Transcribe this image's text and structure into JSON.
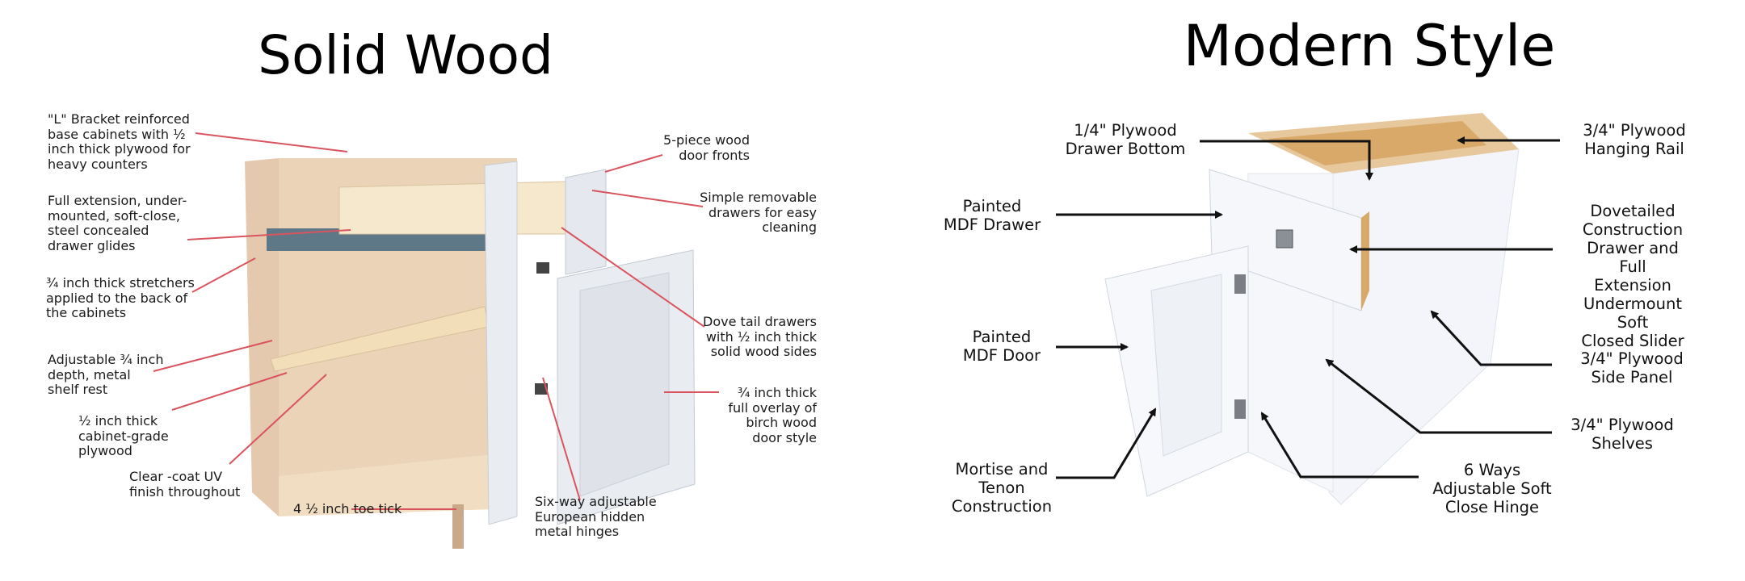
{
  "titles": {
    "left": "Solid Wood",
    "right": "Modern Style"
  },
  "solid_wood_labels": {
    "l_bracket": "\"L\" Bracket reinforced\nbase cabinets with ½\ninch thick plywood for\nheavy counters",
    "full_extension": "Full extension, under-\nmounted, soft-close,\nsteel concealed\ndrawer glides",
    "stretchers": "¾ inch thick stretchers\napplied to the back of\nthe cabinets",
    "adjustable": "Adjustable ¾ inch\ndepth, metal\nshelf rest",
    "half_inch": "½ inch thick\ncabinet-grade\nplywood",
    "clear_coat": "Clear -coat UV\nfinish throughout",
    "toe_tick": "4 ½ inch toe tick",
    "five_piece": "5-piece wood\ndoor fronts",
    "removable": "Simple removable\ndrawers for easy\ncleaning",
    "dove_tail": "Dove tail drawers\nwith ½ inch thick\nsolid wood sides",
    "overlay": "¾ inch thick\nfull overlay of\nbirch wood\ndoor style",
    "hinges": "Six-way adjustable\nEuropean hidden\nmetal hinges"
  },
  "modern_style_labels": {
    "drawer_bottom": "1/4\" Plywood\nDrawer Bottom",
    "mdf_drawer": "Painted\nMDF Drawer",
    "mdf_door": "Painted\nMDF Door",
    "mortise": "Mortise and\nTenon\nConstruction",
    "hanging_rail": "3/4\" Plywood\nHanging Rail",
    "dovetailed": "Dovetailed\nConstruction\nDrawer and Full\nExtension\nUndermount Soft\nClosed Slider",
    "side_panel": "3/4\" Plywood\nSide Panel",
    "shelves": "3/4\" Plywood\nShelves",
    "hinge": "6 Ways\nAdjustable Soft\nClose Hinge"
  },
  "colors": {
    "leader_red": "#d9545e",
    "leader_black": "#111111",
    "plywood": "#e9cfae",
    "white_paint": "#f4f6fa"
  }
}
